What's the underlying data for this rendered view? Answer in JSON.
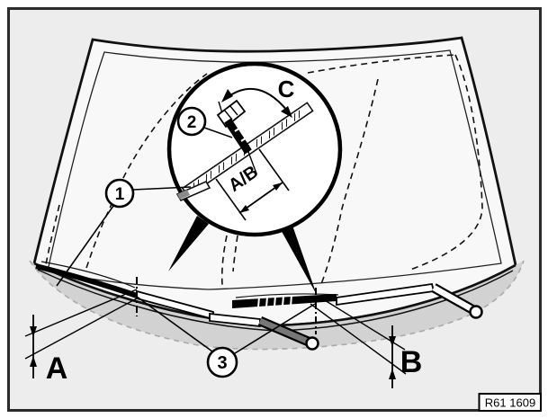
{
  "diagram": {
    "title": "windshield-wiper-park-position-adjustment",
    "callout_1": "1",
    "callout_2": "2",
    "callout_3": "3",
    "dim_a": "A",
    "dim_b": "B",
    "dim_c": "C",
    "dim_ab": "A/B",
    "ref_code": "R61 1609",
    "colors": {
      "outer_margin": "#ffffff",
      "background": "#ededed",
      "glass": "#f8f8f8",
      "cowl_band": "#d2d2d2",
      "line": "#111111",
      "frame": "#2b2b2b",
      "band_dash": "#a9a9a9"
    }
  }
}
